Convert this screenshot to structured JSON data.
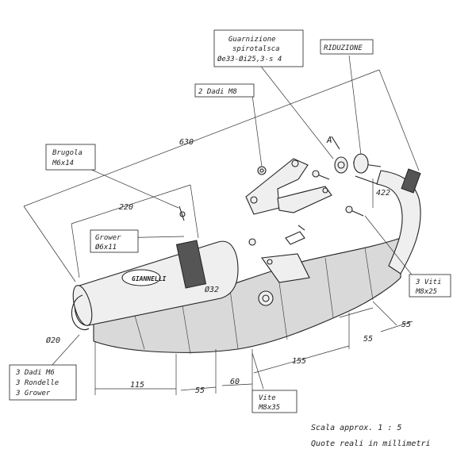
{
  "labels": {
    "guarnizione_1": "Guarnizione",
    "guarnizione_2": "spirotalsca",
    "guarnizione_3": "Øe33-Øi25,3-s 4",
    "riduzione": "RIDUZIONE",
    "dadi_m8": "2 Dadi M8",
    "brugola_1": "Brugola",
    "brugola_2": "M6x14",
    "grower_1": "Grower",
    "grower_2": "Ø6x11",
    "viti_1": "3 Viti",
    "viti_2": "M8x25",
    "dadi_m6_1": "3 Dadi M6",
    "dadi_m6_2": "3 Rondelle",
    "dadi_m6_3": "3 Grower",
    "vite_1": "Vite",
    "vite_2": "M8x35",
    "marker_a": "A"
  },
  "dimensions": {
    "d630": "630",
    "d220": "220",
    "d422": "422",
    "d32": "Ø32",
    "d20": "Ø20",
    "d115": "115",
    "d55a": "55",
    "d60": "60",
    "d155": "155",
    "d55b": "55",
    "d55c": "55"
  },
  "notes": {
    "scale": "Scala approx. 1 : 5",
    "units": "Quote reali in millimetri"
  }
}
